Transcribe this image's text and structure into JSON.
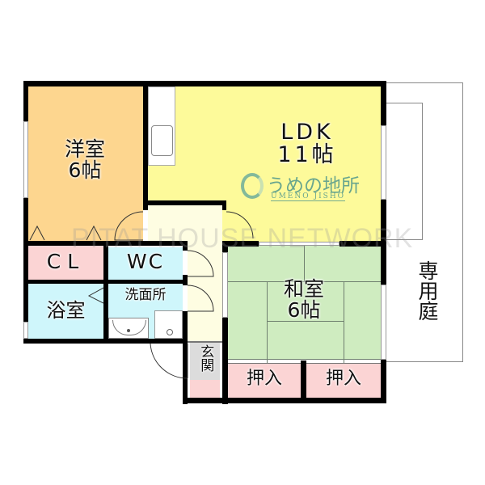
{
  "floorplan": {
    "rooms": [
      {
        "id": "western-room",
        "name": "洋室",
        "size": "6帖",
        "color": "#fdd68f"
      },
      {
        "id": "ldk",
        "name": "LDK",
        "size": "11帖",
        "color": "#fdfa9a"
      },
      {
        "id": "japanese-room",
        "name": "和室",
        "size": "6帖",
        "color": "#cfecc0"
      },
      {
        "id": "closet",
        "name": "CL",
        "color": "#fbd4d4"
      },
      {
        "id": "toilet",
        "name": "WC",
        "color": "#cff6fb"
      },
      {
        "id": "bathroom",
        "name": "浴室",
        "color": "#cff6fb"
      },
      {
        "id": "washroom",
        "name": "洗面所",
        "color": "#cff6fb"
      },
      {
        "id": "entrance",
        "name": "玄関",
        "color": "#dcdcdc"
      },
      {
        "id": "storage-left",
        "name": "押入",
        "color": "#fbd4d4"
      },
      {
        "id": "storage-right",
        "name": "押入",
        "color": "#fbd4d4"
      },
      {
        "id": "private-garden",
        "name": "専用庭",
        "color": "#ffffff"
      }
    ],
    "hallway_color": "#fefde2"
  },
  "watermarks": {
    "network": "PITAT HOUSE NETWORK",
    "brand_jp": "うめの地所",
    "brand_en": "UMENO JISHO",
    "brand_color": "#5aa39a"
  }
}
